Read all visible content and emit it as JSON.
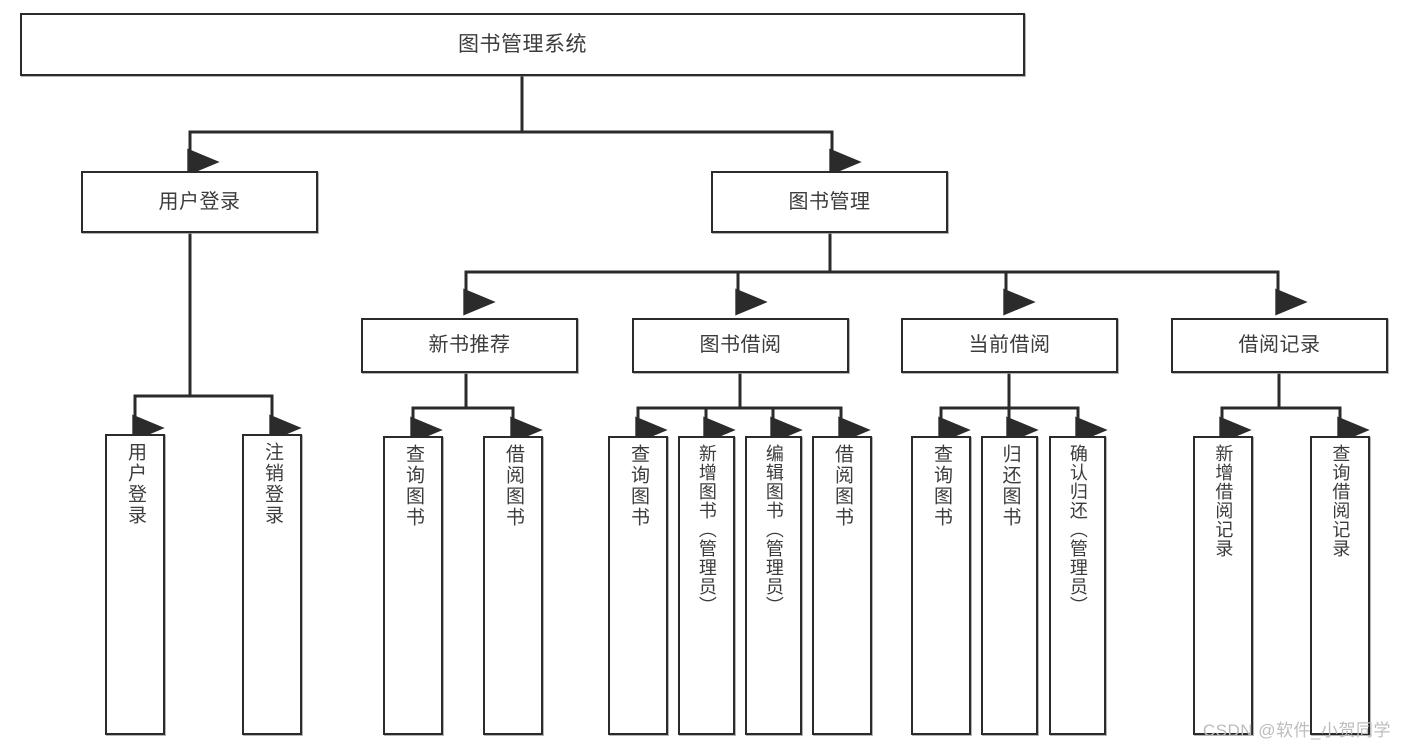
{
  "diagram": {
    "type": "tree-hierarchy-chart",
    "title": "图书管理系统",
    "watermark": "CSDN @软件_小贺同学",
    "colors": {
      "border": "#2b2b2b",
      "text": "#3c3c3c",
      "background": "#ffffff",
      "connector": "#2b2b2b",
      "watermark": "#bdbdbd"
    },
    "nodes": {
      "root": {
        "label": "图书管理系统"
      },
      "level2": [
        {
          "label": "用户登录"
        },
        {
          "label": "图书管理"
        }
      ],
      "level3": [
        {
          "label": "新书推荐"
        },
        {
          "label": "图书借阅"
        },
        {
          "label": "当前借阅"
        },
        {
          "label": "借阅记录"
        }
      ],
      "leaves": {
        "user_login": [
          {
            "label": "用户登录"
          },
          {
            "label": "注销登录"
          }
        ],
        "new_book_recommend": [
          {
            "label": "查询图书"
          },
          {
            "label": "借阅图书"
          }
        ],
        "book_borrow": [
          {
            "label": "查询图书"
          },
          {
            "label": "新增图书（管理员）"
          },
          {
            "label": "编辑图书（管理员）"
          },
          {
            "label": "借阅图书"
          }
        ],
        "current_borrow": [
          {
            "label": "查询图书"
          },
          {
            "label": "归还图书"
          },
          {
            "label": "确认归还（管理员）"
          }
        ],
        "borrow_record": [
          {
            "label": "新增借阅记录"
          },
          {
            "label": "查询借阅记录"
          }
        ]
      }
    },
    "edges": [
      {
        "from": "图书管理系统",
        "to": "用户登录"
      },
      {
        "from": "图书管理系统",
        "to": "图书管理"
      },
      {
        "from": "图书管理",
        "to": "新书推荐"
      },
      {
        "from": "图书管理",
        "to": "图书借阅"
      },
      {
        "from": "图书管理",
        "to": "当前借阅"
      },
      {
        "from": "图书管理",
        "to": "借阅记录"
      },
      {
        "from": "用户登录",
        "to": "用户登录"
      },
      {
        "from": "用户登录",
        "to": "注销登录"
      },
      {
        "from": "新书推荐",
        "to": "查询图书"
      },
      {
        "from": "新书推荐",
        "to": "借阅图书"
      },
      {
        "from": "图书借阅",
        "to": "查询图书"
      },
      {
        "from": "图书借阅",
        "to": "新增图书（管理员）"
      },
      {
        "from": "图书借阅",
        "to": "编辑图书（管理员）"
      },
      {
        "from": "图书借阅",
        "to": "借阅图书"
      },
      {
        "from": "当前借阅",
        "to": "查询图书"
      },
      {
        "from": "当前借阅",
        "to": "归还图书"
      },
      {
        "from": "当前借阅",
        "to": "确认归还（管理员）"
      },
      {
        "from": "借阅记录",
        "to": "新增借阅记录"
      },
      {
        "from": "借阅记录",
        "to": "查询借阅记录"
      }
    ]
  }
}
